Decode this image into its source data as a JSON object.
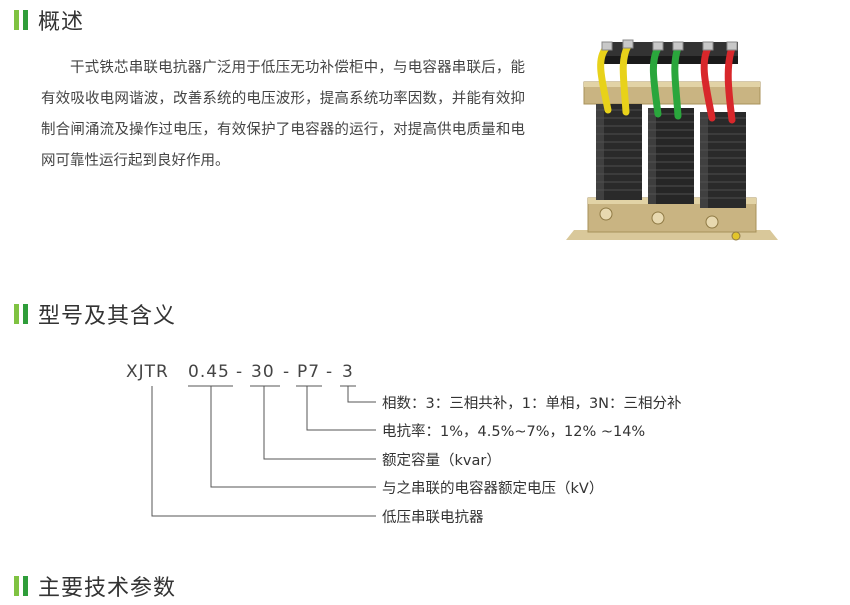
{
  "sections": {
    "overview": "概述",
    "model": "型号及其含义",
    "params": "主要技术参数"
  },
  "overview_text": "干式铁芯串联电抗器广泛用于低压无功补偿柜中，与电容器串联后，能有效吸收电网谐波，改善系统的电压波形，提高系统功率因数，并能有效抑制合闸涌流及操作过电压，有效保护了电容器的运行，对提高供电质量和电网可靠性运行起到良好作用。",
  "model_code": {
    "prefix": "XJTR",
    "voltage": "0.45",
    "sep1": "-",
    "capacity": "30",
    "sep2": "-",
    "rate": "P7",
    "sep3": "-",
    "phase": "3"
  },
  "model_labels": {
    "phase": "相数：3：三相共补，1：单相，3N：三相分补",
    "rate": "电抗率：1%，4.5%~7%，12% ~14%",
    "capacity": "额定容量（kvar）",
    "voltage": "与之串联的电容器额定电压（kV）",
    "prefix": "低压串联电抗器"
  },
  "colors": {
    "accent_light": "#7fc241",
    "accent_dark": "#2f9d3a",
    "lead_yellow": "#e8d21a",
    "lead_green": "#2aa63c",
    "lead_red": "#d8272b"
  }
}
